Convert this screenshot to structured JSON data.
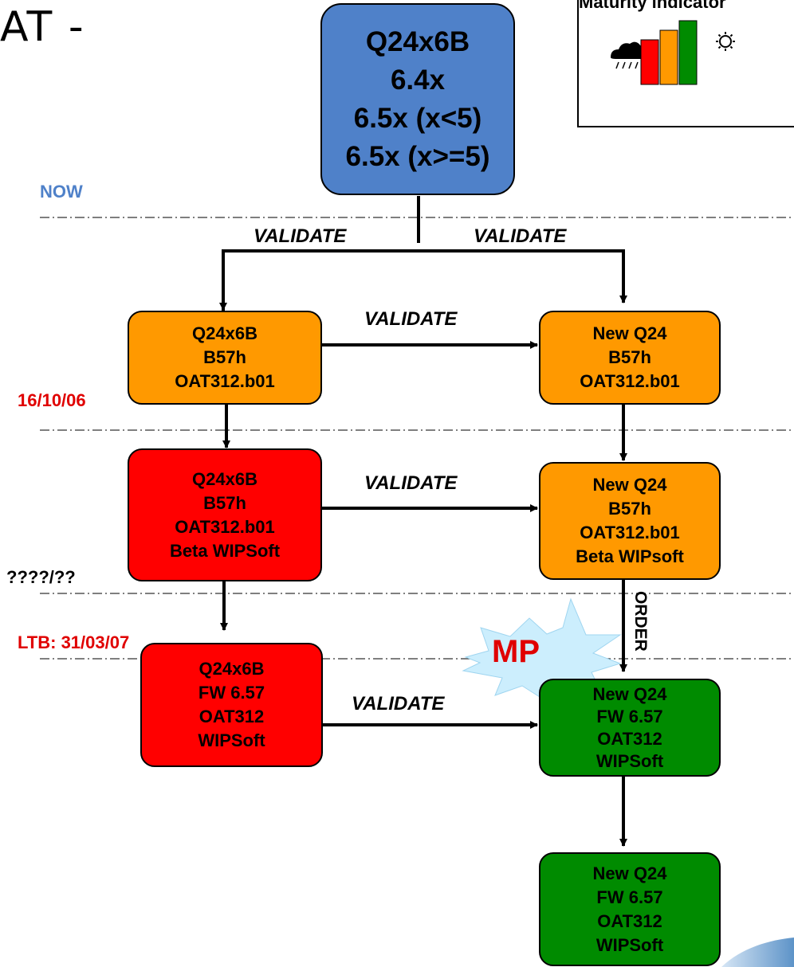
{
  "title": "AT -",
  "legend": {
    "title": "Maturity indicator",
    "icons": [
      "rain-cloud-icon",
      "sun-icon"
    ],
    "bar_colors": [
      "#ff0000",
      "#ff9900",
      "#008000"
    ]
  },
  "colors": {
    "blue": "#4f81c9",
    "orange": "#ff9900",
    "red": "#ff0000",
    "green": "#008b00",
    "now_text": "#4f81c9",
    "date_text": "#e00000",
    "mp_text": "#e00000",
    "burst": "#cceefd"
  },
  "dates": {
    "now": "NOW",
    "d1": "16/10/06",
    "d2": "????/??",
    "d3": "LTB: 31/03/07"
  },
  "validate_label": "VALIDATE",
  "order_label": "ORDER",
  "mp_label": "MP",
  "nodes": {
    "top": {
      "lines": [
        "Q24x6B",
        "6.4x",
        "6.5x (x<5)",
        "6.5x (x>=5)"
      ]
    },
    "left1": {
      "lines": [
        "Q24x6B",
        "B57h",
        "OAT312.b01"
      ]
    },
    "right1": {
      "lines": [
        "New Q24",
        "B57h",
        "OAT312.b01"
      ]
    },
    "left2": {
      "lines": [
        "Q24x6B",
        "B57h",
        "OAT312.b01",
        "Beta WIPSoft"
      ]
    },
    "right2": {
      "lines": [
        "New Q24",
        "B57h",
        "OAT312.b01",
        "Beta WIPsoft"
      ]
    },
    "left3": {
      "lines": [
        "Q24x6B",
        "FW 6.57",
        "OAT312",
        "WIPSoft"
      ]
    },
    "right3": {
      "lines": [
        "New Q24",
        "FW 6.57",
        "OAT312",
        "WIPSoft"
      ]
    },
    "right4": {
      "lines": [
        "New Q24",
        "FW 6.57",
        "OAT312",
        "WIPSoft"
      ]
    }
  }
}
